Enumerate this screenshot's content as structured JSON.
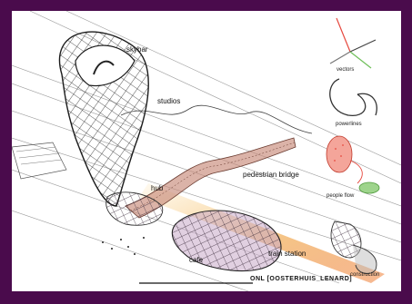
{
  "labels": {
    "skybar": "skybar",
    "studios": "studios",
    "pedestrian_bridge": "pedestrian bridge",
    "hub": "hub",
    "train_station": "train station",
    "cafe": "cafe"
  },
  "legend": {
    "vectors": "vectors",
    "powerlines": "powerlines",
    "people_flow": "people flow",
    "construction": "construction"
  },
  "credit": "ONL [OOSTERHUIS_LENARD]",
  "colors": {
    "frame": "#4a0b4c",
    "mesh": "#2b2b2b",
    "bridge": "#c88a7a",
    "station": "#c9a9c8",
    "glow": "#f4c27a",
    "people_flow": "#e6493f",
    "green": "#6fbf5a"
  }
}
